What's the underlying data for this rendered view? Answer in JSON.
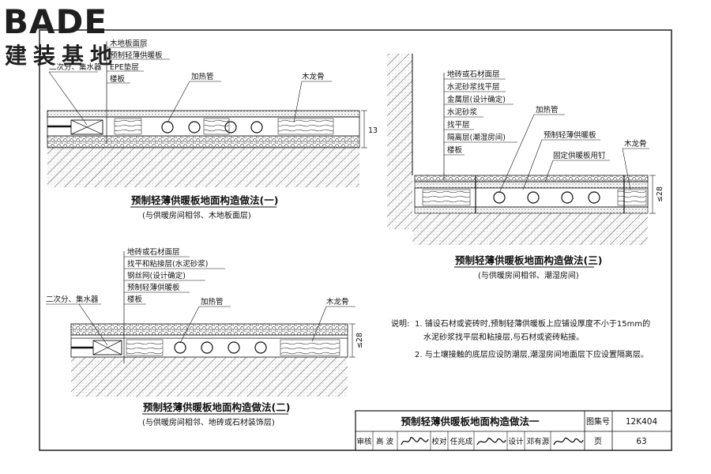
{
  "logo": {
    "brand": "BADE",
    "slogan": "建装基地"
  },
  "fig1": {
    "labels": [
      "木地板面层",
      "预制轻薄供暖板",
      "EPE垫层",
      "楼板"
    ],
    "distributor": "二次分、集水器",
    "pipe": "加热管",
    "keel": "木龙骨",
    "dim": "13",
    "title": "预制轻薄供暖板地面构造做法(一)",
    "subtitle": "(与供暖房间相邻、木地板面层)"
  },
  "fig2": {
    "labels": [
      "地砖或石材面层",
      "找平和粘接层(水泥砂浆)",
      "钢丝网(设计确定)",
      "预制轻薄供暖板",
      "楼板"
    ],
    "distributor": "二次分、集水器",
    "pipe": "加热管",
    "keel": "木龙骨",
    "dim": "≤28",
    "title": "预制轻薄供暖板地面构造做法(二)",
    "subtitle": "(与供暖房间相邻、地砖或石材装饰层)"
  },
  "fig3": {
    "labels": [
      "地砖或石材面层",
      "水泥砂浆找平层",
      "金属层(设计确定)",
      "水泥砂浆",
      "找平层",
      "隔离层(潮湿房间)",
      "楼板"
    ],
    "pipe": "加热管",
    "board": "预制轻薄供暖板",
    "nail": "固定供暖板用钉",
    "keel": "木龙骨",
    "dim": "≤28",
    "title": "预制轻薄供暖板地面构造做法(三)",
    "subtitle": "(与供暖房间相邻、潮湿房间)"
  },
  "notes": {
    "heading": "说明:",
    "items": [
      "1. 铺设石材或瓷砖时,预制轻薄供暖板上应铺设厚度不小于15mm的",
      "水泥砂浆找平层和粘接层,与石材或瓷砖粘接。",
      "2. 与土壤接触的底层应设防潮层,潮湿房间地面层下应设置隔离层。"
    ]
  },
  "titleblock": {
    "title": "预制轻薄供暖板地面构造做法一",
    "atlas_label": "图集号",
    "atlas_no": "12K404",
    "review_label": "审核",
    "reviewer": "高 波",
    "check_label": "校对",
    "checker": "任兆成",
    "design_label": "设计",
    "designer": "邓有源",
    "page_label": "页",
    "page_no": "63"
  }
}
